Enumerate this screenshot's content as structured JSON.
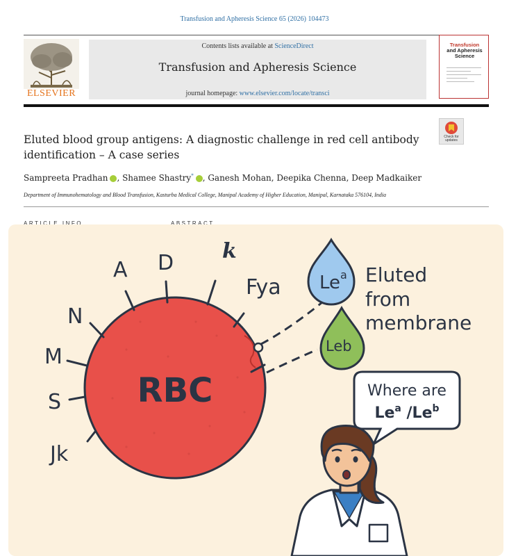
{
  "citation": "Transfusion and Apheresis Science 65 (2026) 104473",
  "publisher": "ELSEVIER",
  "banner": {
    "contents_prefix": "Contents lists available at ",
    "contents_link": "ScienceDirect",
    "journal_name": "Transfusion and Apheresis Science",
    "homepage_prefix": "journal homepage: ",
    "homepage_link": "www.elsevier.com/locate/transci"
  },
  "cover": {
    "title_line1": "Transfusion",
    "title_line2": "and Apheresis",
    "title_line3": "Science"
  },
  "check_updates": {
    "label": "Check for updates"
  },
  "article": {
    "title": "Eluted blood group antigens: A diagnostic challenge in red cell antibody identification – A case series",
    "authors": [
      {
        "name": "Sampreeta Pradhan",
        "orcid": true,
        "sup": ""
      },
      {
        "name": "Shamee Shastry",
        "orcid": true,
        "sup": "*"
      },
      {
        "name": "Ganesh Mohan",
        "orcid": false,
        "sup": ""
      },
      {
        "name": "Deepika Chenna",
        "orcid": false,
        "sup": ""
      },
      {
        "name": "Deep Madkaiker",
        "orcid": false,
        "sup": ""
      }
    ],
    "affiliation": "Department of Immunohematology and Blood Transfusion, Kasturba Medical College, Manipal Academy of Higher Education, Manipal, Karnataka 576104, India"
  },
  "sections": {
    "article_info": "ARTICLE INFO",
    "abstract": "ABSTRACT"
  },
  "graphic": {
    "cell_label": "RBC",
    "antigens": [
      "A",
      "D",
      "k",
      "Fya",
      "N",
      "M",
      "S",
      "Jk"
    ],
    "eluted_antigens": [
      {
        "base": "Le",
        "super": "a"
      },
      {
        "base": "Leb",
        "super": ""
      }
    ],
    "eluted_caption": [
      "Eluted",
      "from",
      "membrane"
    ],
    "speech_bubble": {
      "line1": "Where are",
      "line2_a": "Le",
      "line2_a_sup": "a",
      "line2_sep": " /Le",
      "line2_b_sup": "b"
    },
    "colors": {
      "background": "#fcf1de",
      "cell": "#e8504a",
      "drop_blue": "#9fc9ee",
      "drop_green": "#8fbf5a",
      "text": "#2b3444"
    }
  }
}
